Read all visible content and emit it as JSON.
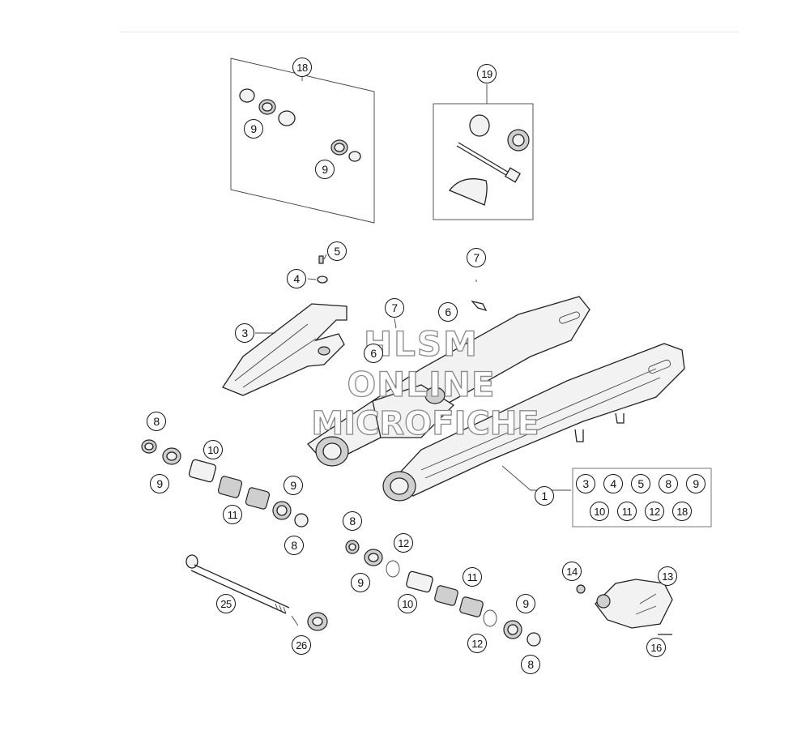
{
  "watermark": {
    "line1": "HLSM",
    "line2": "ONLINE",
    "line3": "MICROFICHE"
  },
  "callouts": {
    "kit18": "18",
    "kit19": "19",
    "kit18_seal_a": "9",
    "kit18_seal_b": "9",
    "screw5": "5",
    "washer4": "4",
    "guide3": "3",
    "clip7_top": "7",
    "clip6_right": "6",
    "clip7_mid": "7",
    "clip6_mid": "6",
    "left_dust_seal": "8",
    "left_seal": "9",
    "left_sleeve": "10",
    "left_bearing": "11",
    "left_seal_b": "9",
    "left_dust_seal_b": "8",
    "axle": "25",
    "nut": "26",
    "right_dust_seal": "8",
    "right_washer": "12",
    "right_seal": "9",
    "right_sleeve": "10",
    "right_bearing": "11",
    "right_washer_b": "12",
    "right_seal_b": "9",
    "right_dust_seal_b": "8",
    "chain_guide_screw": "14",
    "chain_guide": "13",
    "chain_guide_bolt": "16",
    "swingarm": "1"
  },
  "swingarm_includes": {
    "row1": [
      "3",
      "4",
      "5",
      "8",
      "9"
    ],
    "row2": [
      "10",
      "11",
      "12",
      "18"
    ]
  }
}
